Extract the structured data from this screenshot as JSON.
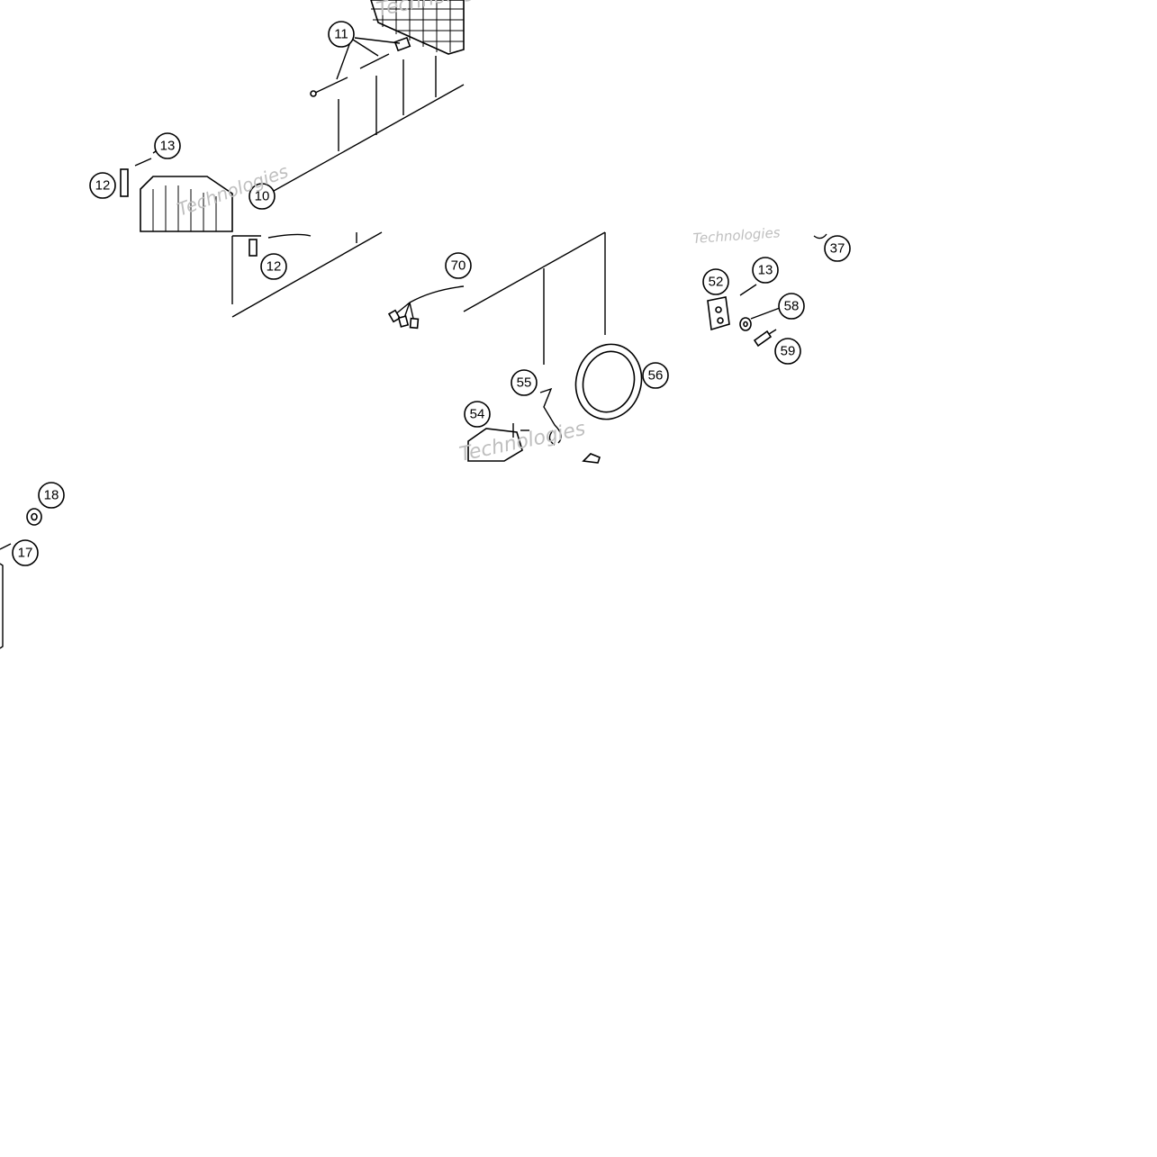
{
  "callouts": {
    "c11": "11",
    "c13a": "13",
    "c12a": "12",
    "c10": "10",
    "c12b": "12",
    "c70": "70",
    "c37": "37",
    "c52": "52",
    "c13b": "13",
    "c58": "58",
    "c59": "59",
    "c55": "55",
    "c56": "56",
    "c54": "54",
    "c18": "18",
    "c17": "17"
  },
  "watermarks": {
    "w1": "Technologies",
    "w2": "Technologies",
    "w3": "Technologies",
    "w4": "Technologies"
  },
  "colors": {
    "line": "#000000",
    "background": "#ffffff",
    "watermark": "#bfbfbf"
  }
}
